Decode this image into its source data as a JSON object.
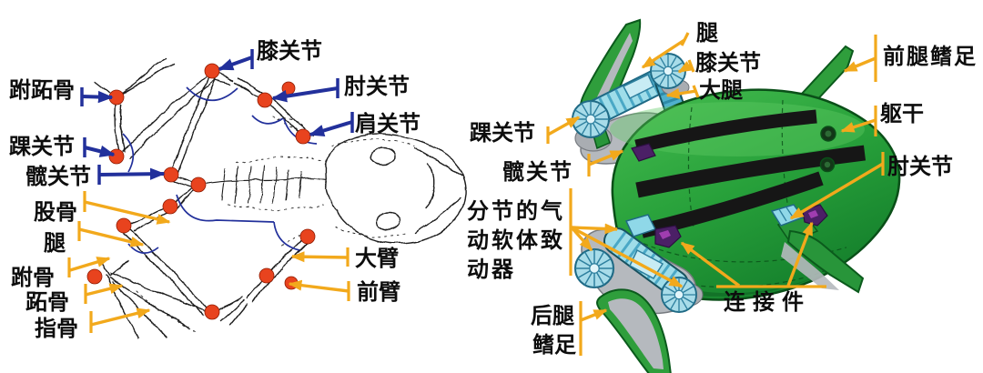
{
  "figure": {
    "left_panel": {
      "content": "frog skeleton sketch with joint and bone annotations",
      "labels": [
        {
          "text": "膝关节",
          "arrow_color": "navy"
        },
        {
          "text": "跗跖骨",
          "arrow_color": "navy"
        },
        {
          "text": "肘关节",
          "arrow_color": "navy"
        },
        {
          "text": "肩关节",
          "arrow_color": "navy"
        },
        {
          "text": "踝关节",
          "arrow_color": "navy"
        },
        {
          "text": "髋关节",
          "arrow_color": "navy"
        },
        {
          "text": "股骨",
          "arrow_color": "yellow"
        },
        {
          "text": "腿",
          "arrow_color": "yellow"
        },
        {
          "text": "跗骨",
          "arrow_color": "yellow"
        },
        {
          "text": "跖骨",
          "arrow_color": "yellow"
        },
        {
          "text": "指骨",
          "arrow_color": "yellow"
        },
        {
          "text": "大臂",
          "arrow_color": "yellow"
        },
        {
          "text": "前臂",
          "arrow_color": "yellow"
        }
      ],
      "joint_marker_count": 15
    },
    "right_panel": {
      "content": "frog-inspired soft robot 3D model with annotations",
      "labels": [
        {
          "text": "腿",
          "arrow_color": "yellow"
        },
        {
          "text": "膝关节",
          "arrow_color": "yellow"
        },
        {
          "text": "大腿",
          "arrow_color": "yellow"
        },
        {
          "text": "前腿鳍足",
          "arrow_color": "yellow"
        },
        {
          "text": "踝关节",
          "arrow_color": "yellow"
        },
        {
          "text": "躯干",
          "arrow_color": "yellow"
        },
        {
          "text": "髋关节",
          "arrow_color": "yellow"
        },
        {
          "text": "肘关节",
          "arrow_color": "yellow"
        },
        {
          "text": "分节的气动软体致动器",
          "arrow_color": "yellow",
          "lines": [
            "分节的气",
            "动软体致",
            "动器"
          ]
        },
        {
          "text": "后腿鳍足",
          "arrow_color": "yellow",
          "lines": [
            "后腿",
            "鳍足"
          ]
        },
        {
          "text": "连接件",
          "arrow_color": "yellow"
        }
      ]
    },
    "colors": {
      "background": "#ffffff",
      "label_text": "#0d0d0d",
      "navy_arrow": "#22309b",
      "yellow_arrow": "#f2a91c",
      "joint_dot": "#e8431e",
      "sketch_line": "#1c1c1c",
      "robot_body_green": "#2fa43e",
      "robot_body_dark_green": "#0a4f18",
      "robot_stripe": "#161616",
      "actuator_cyan": "#9fdde9",
      "actuator_teal": "#2d7f9e",
      "flipper_gray": "#b5b9be",
      "connector_purple": "#4b2066"
    }
  }
}
